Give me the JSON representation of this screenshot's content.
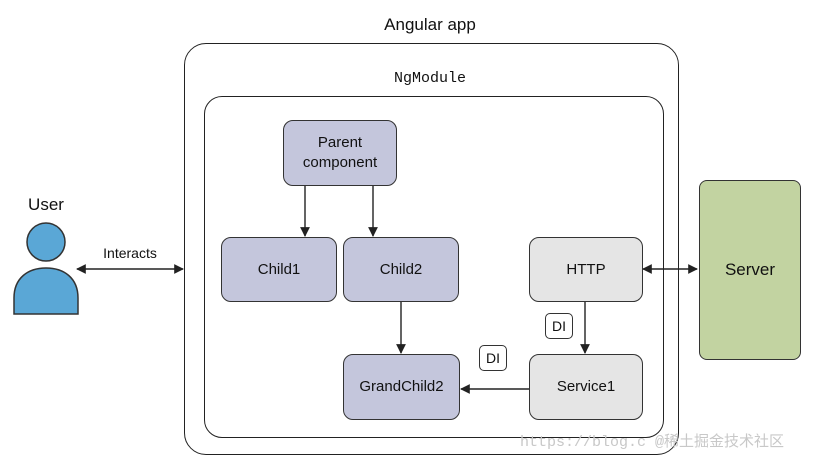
{
  "app": {
    "title": "Angular app"
  },
  "module": {
    "title": "NgModule"
  },
  "user": {
    "label": "User",
    "interacts_label": "Interacts"
  },
  "nodes": {
    "parent": {
      "label": "Parent component"
    },
    "child1": {
      "label": "Child1"
    },
    "child2": {
      "label": "Child2"
    },
    "grandchild2": {
      "label": "GrandChild2"
    },
    "http": {
      "label": "HTTP"
    },
    "service1": {
      "label": "Service1"
    },
    "server": {
      "label": "Server"
    }
  },
  "badges": {
    "di_top": "DI",
    "di_bottom": "DI"
  },
  "watermark": {
    "text": "https://blog.c @稀土掘金技术社区"
  },
  "colors": {
    "component_fill": "#c4c6dc",
    "service_fill": "#e5e5e5",
    "server_fill": "#c2d3a1",
    "user_icon": "#5aa7d6"
  }
}
